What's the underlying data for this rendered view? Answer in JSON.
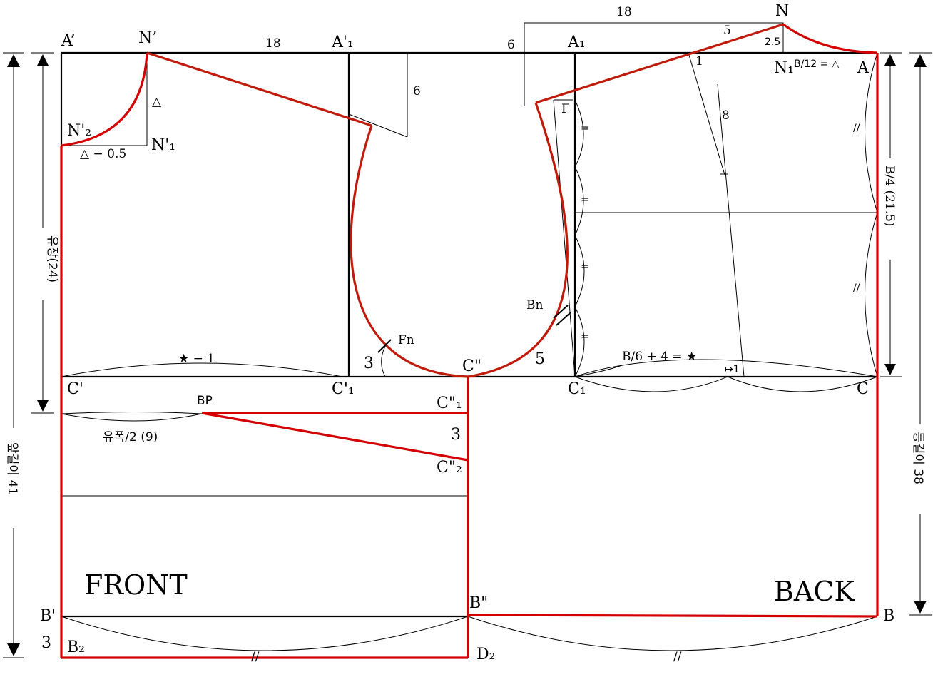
{
  "labels": {
    "A_prime": "A’",
    "N_prime": "N’",
    "A_prime_1": "A'₁",
    "N_prime_2": "N'₂",
    "N_prime_1": "N'₁",
    "triangle": "△",
    "triangle_minus": "△ − 0.5",
    "A1": "A₁",
    "N": "N",
    "N1": "N₁",
    "A": "A",
    "B12": "B/12 = △",
    "Gamma": "Γ",
    "Bn": "Bn",
    "Fn": "Fn",
    "C_prime": "C'",
    "C_prime_1": "C'₁",
    "C_dbl": "C\"",
    "C1": "C₁",
    "C": "C",
    "BP": "BP",
    "C_dbl_1": "C\"₁",
    "C_dbl_2": "C\"₂",
    "B_prime": "B'",
    "B2": "B₂",
    "B_dbl": "B\"",
    "D2": "D₂",
    "B": "B",
    "front": "FRONT",
    "back": "BACK",
    "star_minus_1": "★ − 1",
    "b6_star": "B/6 + 4 = ★",
    "bust_half": "유폭/2 (9)",
    "mark_1_small": "↦1",
    "tick_mark": "//"
  },
  "measurements": {
    "front_neck_w": "18",
    "front_shoulder_6": "6",
    "back_shoulder_6": "6",
    "back_top_18": "18",
    "back_5": "5",
    "back_2_5": "2.5",
    "back_1": "1",
    "back_8": "8",
    "armhole_front_3": "3",
    "armhole_back_5": "5",
    "dart_3": "3",
    "hem_3": "3"
  },
  "dimensions": {
    "front_length": "앞길이 41",
    "back_length": "등길이 38",
    "armhole_depth": "B/4 (21.5)",
    "bust_length": "유장(24)"
  }
}
